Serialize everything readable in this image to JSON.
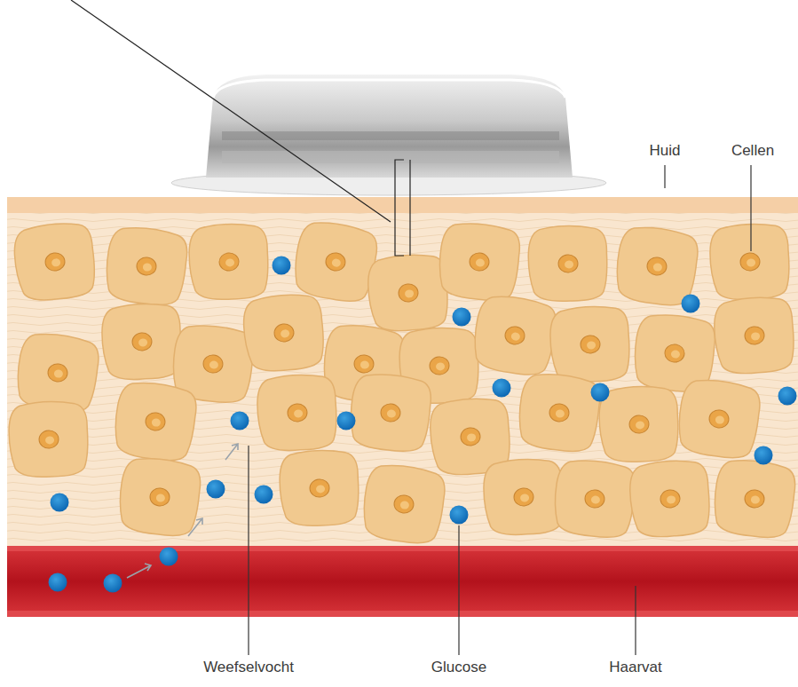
{
  "diagram": {
    "labels": [
      "Huid",
      "Cellen",
      "Weefselvocht",
      "Glucose",
      "Haarvat"
    ]
  }
}
